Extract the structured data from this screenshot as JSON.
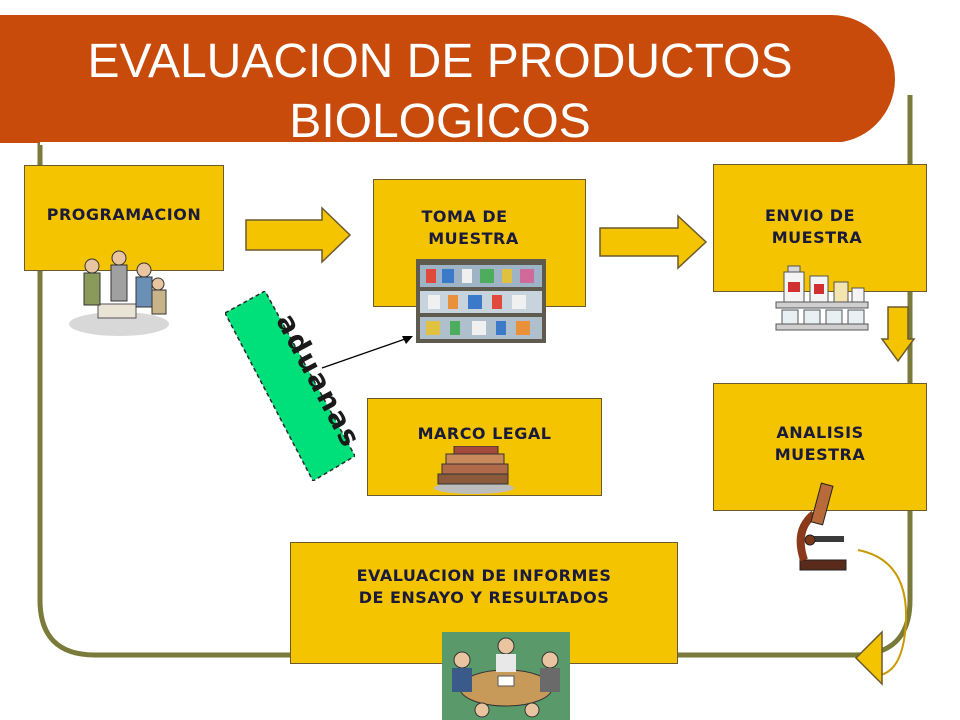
{
  "title": {
    "line1": "EVALUACION DE PRODUCTOS",
    "line2": "BIOLOGICOS"
  },
  "boxes": {
    "programacion": "PROGRAMACION",
    "toma_line1": "TOMA DE",
    "toma_line2": "MUESTRA",
    "envio_line1": "ENVIO DE",
    "envio_line2": "MUESTRA",
    "marco_legal": "MARCO LEGAL",
    "analisis_line1": "ANALISIS",
    "analisis_line2": "MUESTRA",
    "evaluacion_line1": "EVALUACION DE INFORMES",
    "evaluacion_line2": "DE ENSAYO Y RESULTADOS"
  },
  "label": {
    "aduanas": "aduanas"
  },
  "colors": {
    "title_bg": "#c84b0c",
    "box_fill": "#f5c400",
    "frame": "#7a7a3a",
    "aduanas_fill": "#00e07a"
  }
}
